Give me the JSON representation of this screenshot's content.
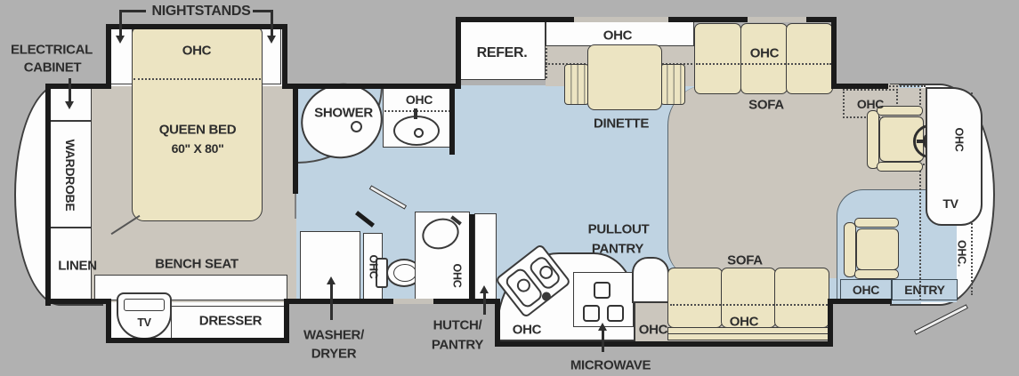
{
  "colors": {
    "background": "#b1b1b1",
    "floor_blue": "#bfd3e2",
    "carpet_gray": "#cbc6bd",
    "furniture_cream": "#ece4c2",
    "cabinet_white": "#fdfdfd",
    "wall_black": "#1b1b1b"
  },
  "rooms": {
    "bedroom": {
      "nightstands": "NIGHTSTANDS",
      "electrical_cabinet": [
        "ELECTRICAL",
        "CABINET"
      ],
      "ohc": "OHC",
      "bed": [
        "QUEEN BED",
        "60\" X 80\""
      ],
      "wardrobe": "WARDROBE",
      "linen": "LINEN",
      "bench_seat": "BENCH SEAT",
      "tv": "TV",
      "dresser": "DRESSER"
    },
    "bath": {
      "shower": "SHOWER",
      "vanity_ohc": "OHC",
      "washer_dryer": [
        "WASHER/",
        "DRYER"
      ],
      "toilet_ohc": "OHC",
      "lav_ohc": "OHC",
      "hutch_pantry": [
        "HUTCH/",
        "PANTRY"
      ]
    },
    "kitchen": {
      "refer": "REFER.",
      "ohc": "OHC",
      "dinette": "DINETTE",
      "pullout_pantry": [
        "PULLOUT",
        "PANTRY"
      ],
      "sink_ohc": "OHC",
      "microwave": "MICROWAVE",
      "range_ohc": "OHC"
    },
    "living": {
      "sofa_top": "SOFA",
      "sofa_top_ohc": "OHC",
      "sofa_bottom": "SOFA",
      "sofa_bottom_ohc": "OHC"
    },
    "cockpit": {
      "ohc": "OHC",
      "overhead_ohc": "OHC",
      "tv": "TV",
      "entry": "ENTRY",
      "entry_ohc": "OHC",
      "side_ohc": "OHC."
    }
  }
}
